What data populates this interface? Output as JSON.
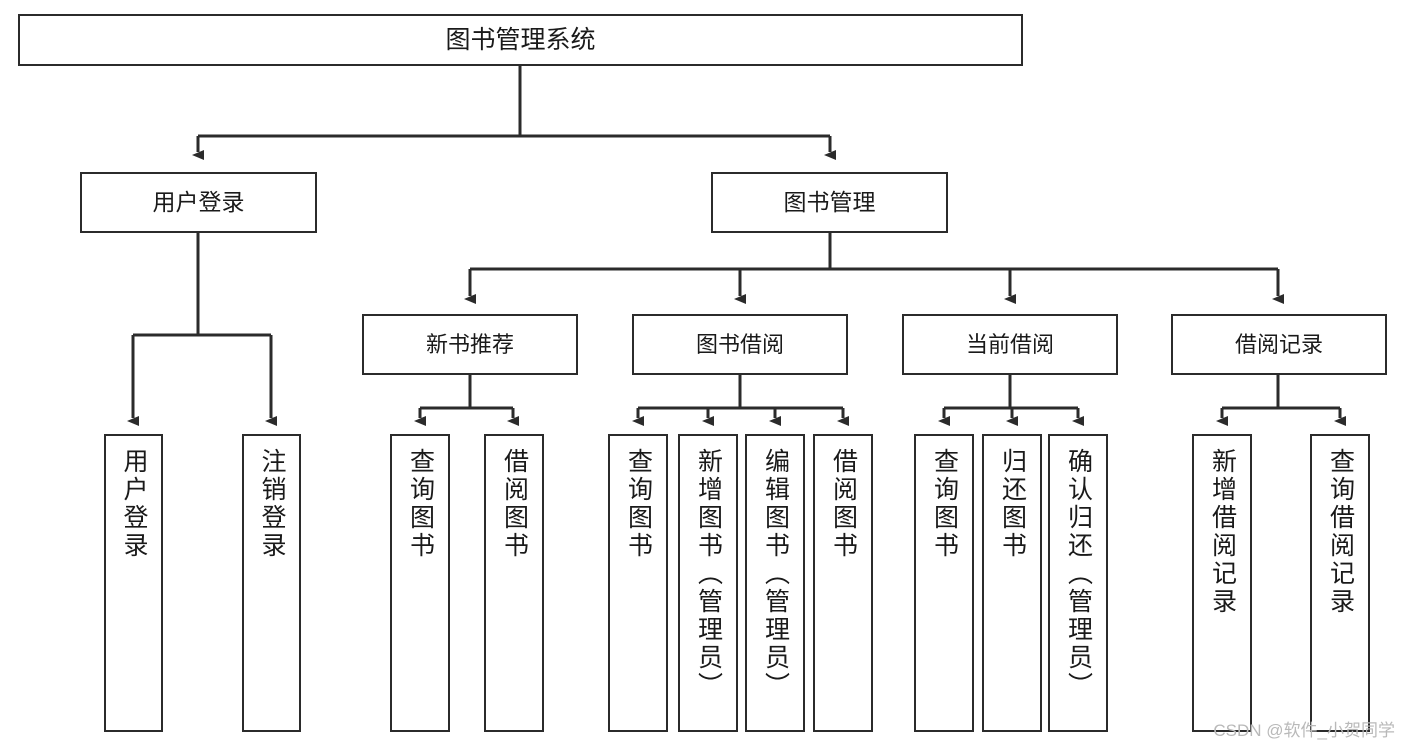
{
  "diagram": {
    "type": "tree-hierarchy-chart",
    "title": "图书管理系统",
    "orientation": "top-down",
    "colors": {
      "box_border": "#2b2b2b",
      "box_fill": "#ffffff",
      "edge": "#2b2b2b",
      "text": "#1a1a1a",
      "watermark": "#b9b9b9",
      "background": "#ffffff"
    },
    "nodes": {
      "root": {
        "label": "图书管理系统"
      },
      "level1": [
        {
          "id": "user-login",
          "label": "用户登录"
        },
        {
          "id": "book-management",
          "label": "图书管理"
        }
      ],
      "level2": [
        {
          "id": "new-book-recommend",
          "label": "新书推荐"
        },
        {
          "id": "book-borrow",
          "label": "图书借阅"
        },
        {
          "id": "current-borrow",
          "label": "当前借阅"
        },
        {
          "id": "borrow-record",
          "label": "借阅记录"
        }
      ],
      "leaves": {
        "user_login": [
          {
            "id": "leaf-user-login",
            "label": "用户登录"
          },
          {
            "id": "leaf-logout-login",
            "label": "注销登录"
          }
        ],
        "new_book_recommend": [
          {
            "id": "leaf-query-book-1",
            "label": "查询图书"
          },
          {
            "id": "leaf-borrow-book-1",
            "label": "借阅图书"
          }
        ],
        "book_borrow": [
          {
            "id": "leaf-query-book-2",
            "label": "查询图书"
          },
          {
            "id": "leaf-add-book",
            "label": "新增图书（管理员）"
          },
          {
            "id": "leaf-edit-book",
            "label": "编辑图书（管理员）"
          },
          {
            "id": "leaf-borrow-book-2",
            "label": "借阅图书"
          }
        ],
        "current_borrow": [
          {
            "id": "leaf-query-book-3",
            "label": "查询图书"
          },
          {
            "id": "leaf-return-book",
            "label": "归还图书"
          },
          {
            "id": "leaf-confirm-return",
            "label": "确认归还（管理员）"
          }
        ],
        "borrow_record": [
          {
            "id": "leaf-add-record",
            "label": "新增借阅记录"
          },
          {
            "id": "leaf-query-record",
            "label": "查询借阅记录"
          }
        ]
      }
    }
  },
  "watermark": {
    "text": "CSDN @软件_小贺同学"
  }
}
